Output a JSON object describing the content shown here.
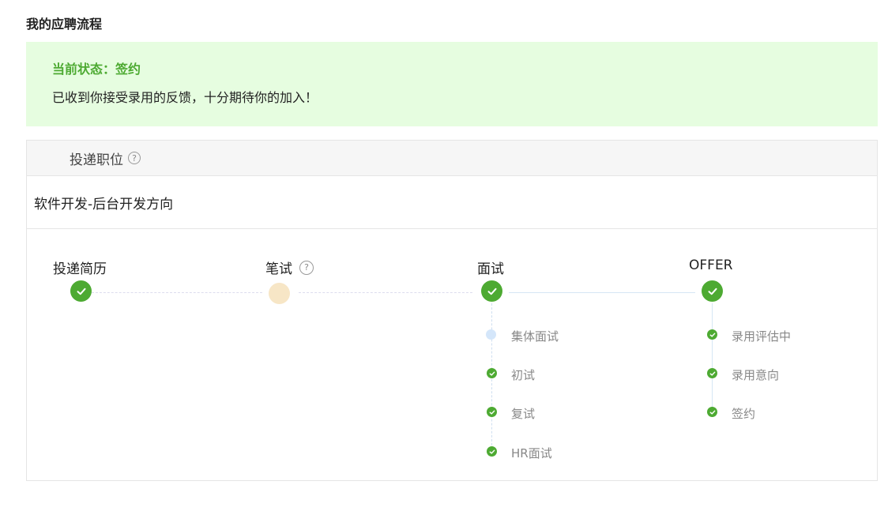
{
  "page_title": "我的应聘流程",
  "status": {
    "title": "当前状态：签约",
    "message": "已收到你接受录用的反馈，十分期待你的加入！"
  },
  "table": {
    "header": "投递职位",
    "position": "软件开发-后台开发方向"
  },
  "steps": [
    {
      "label": "投递简历",
      "state": "done"
    },
    {
      "label": "笔试",
      "state": "pending",
      "help": true
    },
    {
      "label": "面试",
      "state": "done"
    },
    {
      "label": "OFFER",
      "state": "done"
    }
  ],
  "interview_substeps": [
    {
      "label": "集体面试",
      "state": "pending"
    },
    {
      "label": "初试",
      "state": "done"
    },
    {
      "label": "复试",
      "state": "done"
    },
    {
      "label": "HR面试",
      "state": "done"
    }
  ],
  "offer_substeps": [
    {
      "label": "录用评估中",
      "state": "done"
    },
    {
      "label": "录用意向",
      "state": "done"
    },
    {
      "label": "签约",
      "state": "done"
    }
  ],
  "help_glyph": "?",
  "colors": {
    "accent_green": "#4daa32",
    "status_bg": "#e6fde0",
    "pending_step": "#f7e6c6",
    "pending_substep": "#d4e6fa"
  },
  "icons": {
    "check": "check-icon",
    "help": "help-icon"
  }
}
